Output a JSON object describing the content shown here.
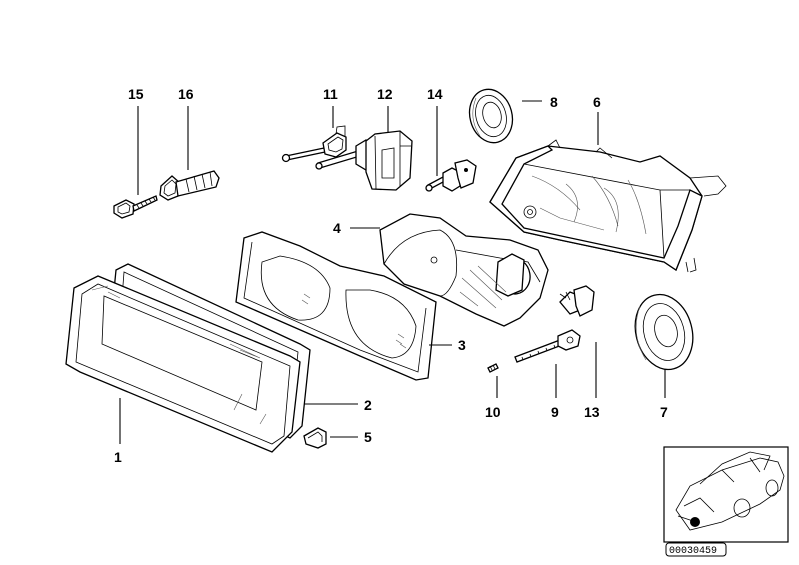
{
  "callouts": [
    "1",
    "2",
    "3",
    "4",
    "5",
    "6",
    "7",
    "8",
    "9",
    "10",
    "11",
    "12",
    "13",
    "14",
    "15",
    "16"
  ],
  "reference_number": "00030459",
  "inset": {
    "icon": "car-front-location-icon"
  }
}
